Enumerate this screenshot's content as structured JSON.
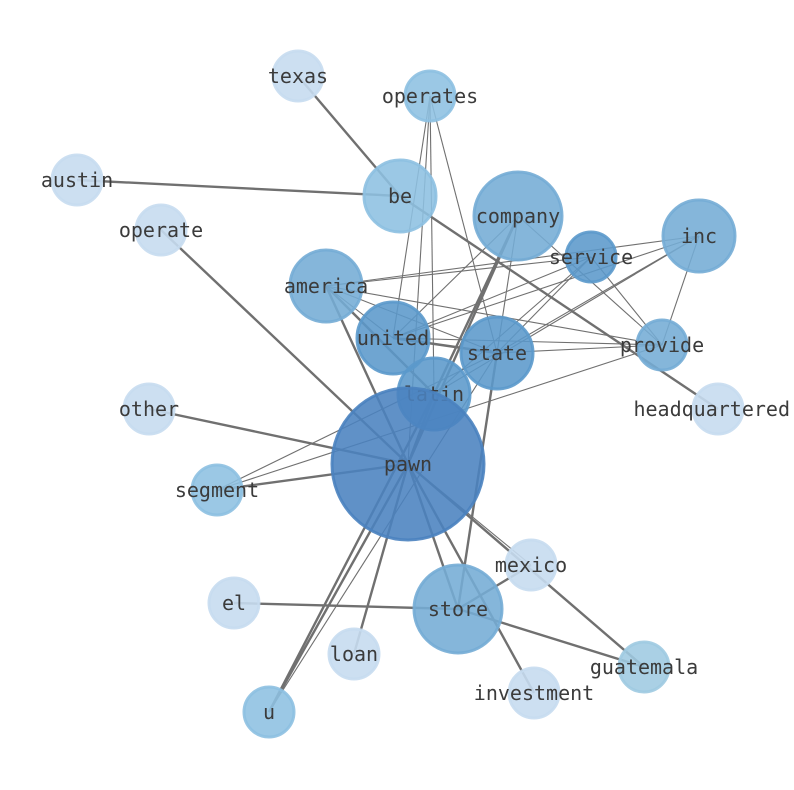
{
  "graph": {
    "nodes": [
      {
        "id": "pawn",
        "label": "pawn",
        "level": 6
      },
      {
        "id": "store",
        "label": "store",
        "level": 4
      },
      {
        "id": "company",
        "label": "company",
        "level": 4
      },
      {
        "id": "latin",
        "label": "latin",
        "level": 5
      },
      {
        "id": "state",
        "label": "state",
        "level": 5
      },
      {
        "id": "united",
        "label": "united",
        "level": 5
      },
      {
        "id": "america",
        "label": "america",
        "level": 4
      },
      {
        "id": "be",
        "label": "be",
        "level": 3
      },
      {
        "id": "inc",
        "label": "inc",
        "level": 4
      },
      {
        "id": "service",
        "label": "service",
        "level": 5
      },
      {
        "id": "provide",
        "label": "provide",
        "level": 4
      },
      {
        "id": "operates",
        "label": "operates",
        "level": 3
      },
      {
        "id": "segment",
        "label": "segment",
        "level": 3
      },
      {
        "id": "u",
        "label": "u",
        "level": 3
      },
      {
        "id": "guatemala",
        "label": "guatemala",
        "level": 2
      },
      {
        "id": "texas",
        "label": "texas",
        "level": 1
      },
      {
        "id": "austin",
        "label": "austin",
        "level": 1
      },
      {
        "id": "operate",
        "label": "operate",
        "level": 1
      },
      {
        "id": "other",
        "label": "other",
        "level": 1
      },
      {
        "id": "headquartered",
        "label": "headquartered",
        "level": 1
      },
      {
        "id": "mexico",
        "label": "mexico",
        "level": 1
      },
      {
        "id": "el",
        "label": "el",
        "level": 1
      },
      {
        "id": "loan",
        "label": "loan",
        "level": 1
      },
      {
        "id": "investment",
        "label": "investment",
        "level": 1
      }
    ],
    "edges": [
      {
        "source": "pawn",
        "target": "store",
        "weight": 2
      },
      {
        "source": "pawn",
        "target": "latin",
        "weight": 2
      },
      {
        "source": "pawn",
        "target": "america",
        "weight": 2
      },
      {
        "source": "pawn",
        "target": "company",
        "weight": 2
      },
      {
        "source": "pawn",
        "target": "other",
        "weight": 2
      },
      {
        "source": "pawn",
        "target": "segment",
        "weight": 2
      },
      {
        "source": "pawn",
        "target": "operate",
        "weight": 2
      },
      {
        "source": "pawn",
        "target": "guatemala",
        "weight": 2
      },
      {
        "source": "pawn",
        "target": "investment",
        "weight": 2
      },
      {
        "source": "pawn",
        "target": "u",
        "weight": 2
      },
      {
        "source": "pawn",
        "target": "loan",
        "weight": 2
      },
      {
        "source": "pawn",
        "target": "mexico",
        "weight": 1
      },
      {
        "source": "pawn",
        "target": "operates",
        "weight": 1
      },
      {
        "source": "texas",
        "target": "be",
        "weight": 2
      },
      {
        "source": "be",
        "target": "headquartered",
        "weight": 2
      },
      {
        "source": "be",
        "target": "austin",
        "weight": 2
      },
      {
        "source": "el",
        "target": "store",
        "weight": 2
      },
      {
        "source": "store",
        "target": "guatemala",
        "weight": 2
      },
      {
        "source": "store",
        "target": "mexico",
        "weight": 2
      },
      {
        "source": "store",
        "target": "state",
        "weight": 2
      },
      {
        "source": "u",
        "target": "latin",
        "weight": 2
      },
      {
        "source": "u",
        "target": "state",
        "weight": 1
      },
      {
        "source": "united",
        "target": "state",
        "weight": 2
      },
      {
        "source": "latin",
        "target": "america",
        "weight": 2
      },
      {
        "source": "company",
        "target": "latin",
        "weight": 2
      },
      {
        "source": "operates",
        "target": "state",
        "weight": 1
      },
      {
        "source": "operates",
        "target": "latin",
        "weight": 1
      },
      {
        "source": "operates",
        "target": "united",
        "weight": 1
      },
      {
        "source": "company",
        "target": "provide",
        "weight": 1
      },
      {
        "source": "company",
        "target": "united",
        "weight": 1
      },
      {
        "source": "company",
        "target": "state",
        "weight": 1
      },
      {
        "source": "service",
        "target": "provide",
        "weight": 1
      },
      {
        "source": "service",
        "target": "america",
        "weight": 1
      },
      {
        "source": "service",
        "target": "united",
        "weight": 1
      },
      {
        "source": "service",
        "target": "latin",
        "weight": 1
      },
      {
        "source": "service",
        "target": "state",
        "weight": 1
      },
      {
        "source": "inc",
        "target": "america",
        "weight": 1
      },
      {
        "source": "inc",
        "target": "united",
        "weight": 1
      },
      {
        "source": "inc",
        "target": "state",
        "weight": 1
      },
      {
        "source": "inc",
        "target": "latin",
        "weight": 1
      },
      {
        "source": "inc",
        "target": "provide",
        "weight": 1
      },
      {
        "source": "provide",
        "target": "america",
        "weight": 1
      },
      {
        "source": "provide",
        "target": "united",
        "weight": 1
      },
      {
        "source": "provide",
        "target": "state",
        "weight": 1
      },
      {
        "source": "provide",
        "target": "segment",
        "weight": 1
      },
      {
        "source": "state",
        "target": "america",
        "weight": 1
      },
      {
        "source": "state",
        "target": "segment",
        "weight": 1
      },
      {
        "source": "united",
        "target": "america",
        "weight": 1
      }
    ]
  },
  "colors": {
    "level1": "#c6dbef",
    "level2": "#9ecae1",
    "level3": "#8dc0e1",
    "level4": "#74acd5",
    "level5": "#5b99cb",
    "level6": "#4a82bf",
    "edge": "#707070",
    "label": "#3b3b3b"
  }
}
